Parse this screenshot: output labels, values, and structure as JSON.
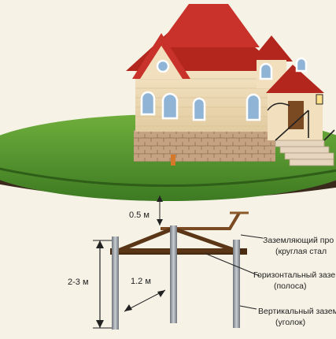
{
  "dimensions": {
    "depth": "0.5 м",
    "height": "2-3 м",
    "spacing": "1.2 м"
  },
  "labels": {
    "conductor": {
      "line1": "Заземляющий про",
      "line2": "(круглая стал"
    },
    "horizontal": {
      "line1": "Горизонтальный зазе",
      "line2": "(полоса)"
    },
    "vertical": {
      "line1": "Вертикальный зазем",
      "line2": "(уголок)"
    }
  },
  "colors": {
    "ground_fill": "#f3eee0",
    "grass": "#4f8f2a",
    "soil": "#3a2a1c",
    "roof": "#b3261e",
    "wall": "#efdcb8",
    "stone": "#b9987a",
    "strip": "#4a2c12",
    "electrode": "#9aa0a6",
    "conductor": "#7a4a22"
  }
}
